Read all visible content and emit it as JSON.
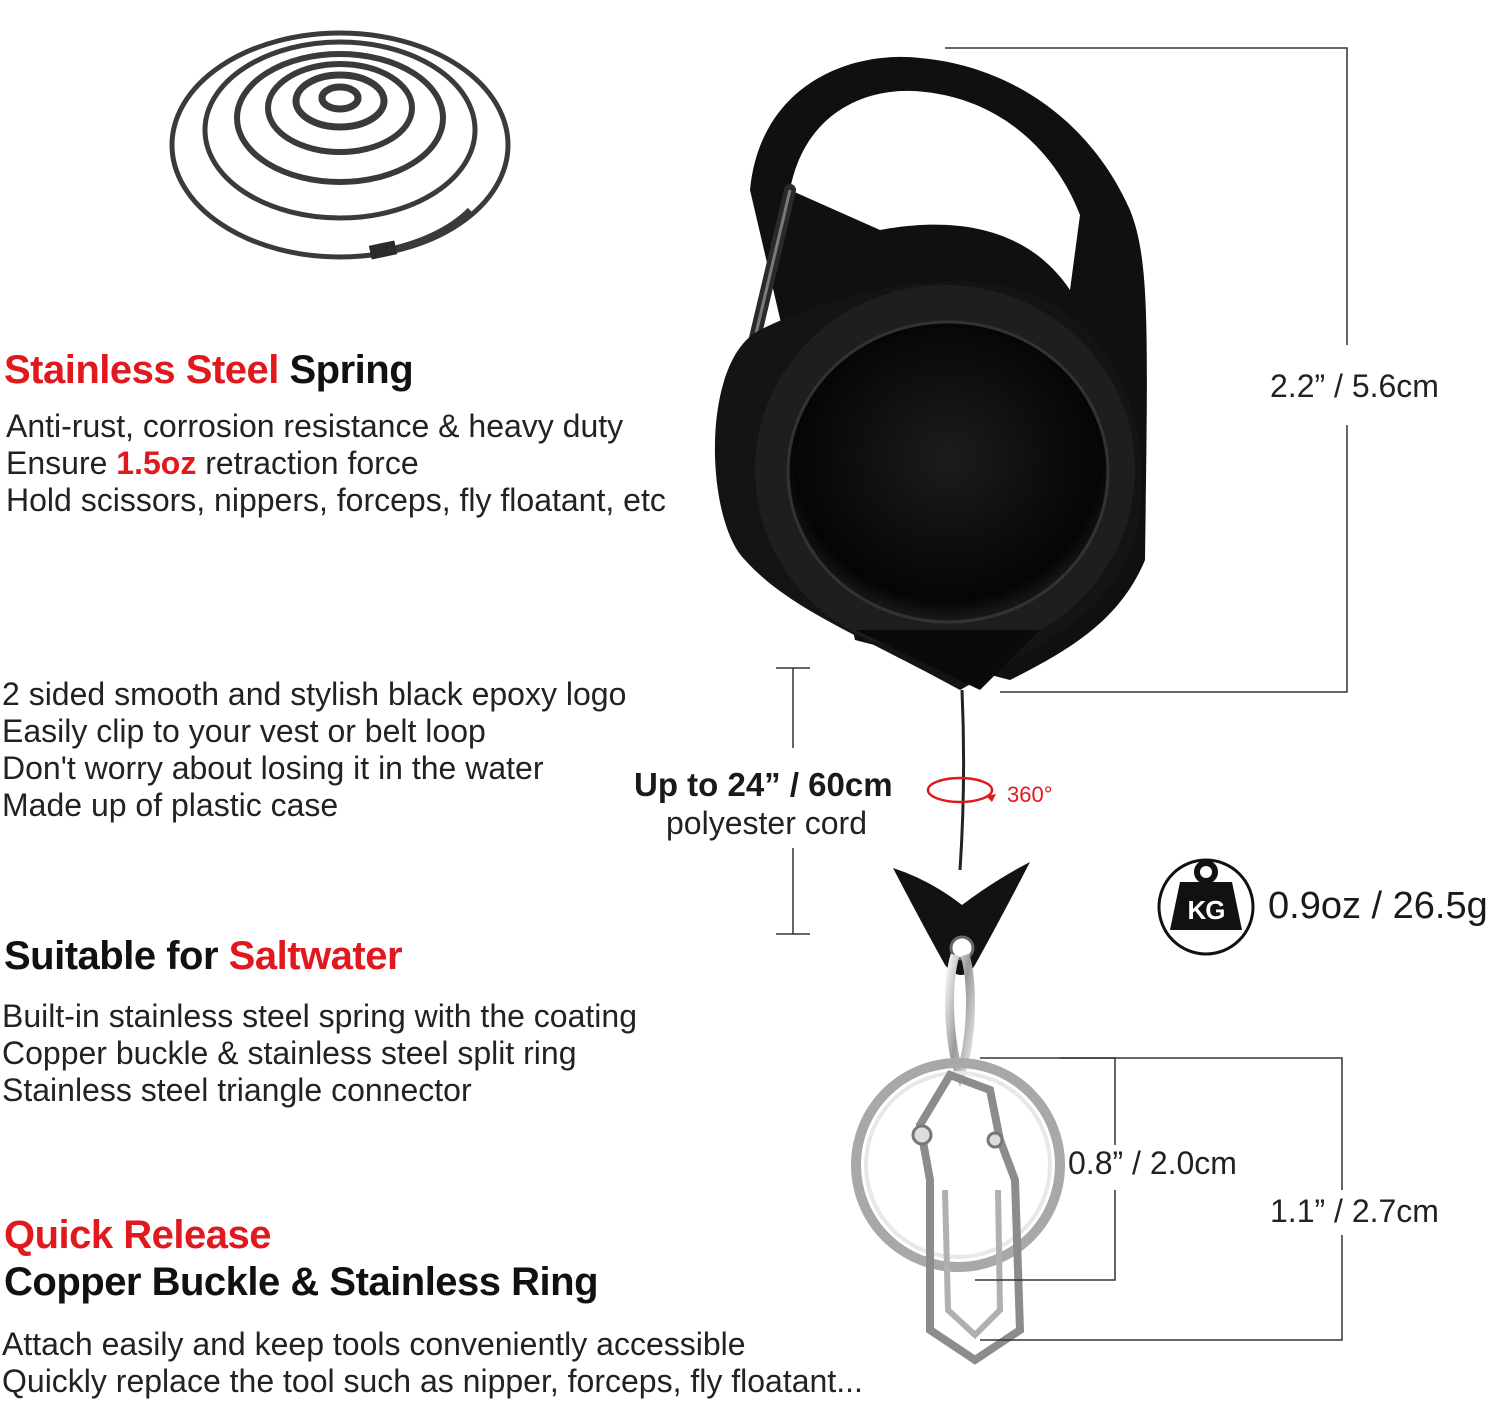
{
  "sections": [
    {
      "heading_red": "Stainless Steel",
      "heading_black": "Spring",
      "lines": [
        {
          "pre": "Anti-rust, corrosion resistance & heavy duty",
          "highlight": "",
          "post": ""
        },
        {
          "pre": "Ensure ",
          "highlight": "1.5oz",
          "post": " retraction force"
        },
        {
          "pre": "Hold scissors, nippers, forceps, fly floatant, etc",
          "highlight": "",
          "post": ""
        }
      ]
    },
    {
      "lines": [
        "2 sided smooth and stylish black epoxy logo",
        "Easily clip to your vest or belt loop",
        "Don't worry about losing it in the water",
        "Made up of plastic case"
      ]
    },
    {
      "heading_black": "Suitable for",
      "heading_red": "Saltwater",
      "lines": [
        "Built-in stainless steel spring with the coating",
        "Copper buckle & stainless steel split ring",
        "Stainless steel triangle connector"
      ]
    },
    {
      "heading_red": "Quick Release",
      "heading_black": "Copper Buckle & Stainless Ring",
      "lines": [
        "Attach easily and keep tools conveniently accessible",
        "Quickly replace the tool such as nipper, forceps, fly floatant..."
      ]
    }
  ],
  "dimensions": {
    "height": "2.2” / 5.6cm",
    "cord_length": "Up to 24” / 60cm",
    "cord_type": "polyester cord",
    "rotation": "360°",
    "weight": "0.9oz / 26.5g",
    "weight_icon_label": "KG",
    "ring_inner": "0.8” / 2.0cm",
    "ring_outer": "1.1” / 2.7cm"
  },
  "colors": {
    "accent_red": "#e0191e",
    "body_black": "#0c0c0c"
  }
}
